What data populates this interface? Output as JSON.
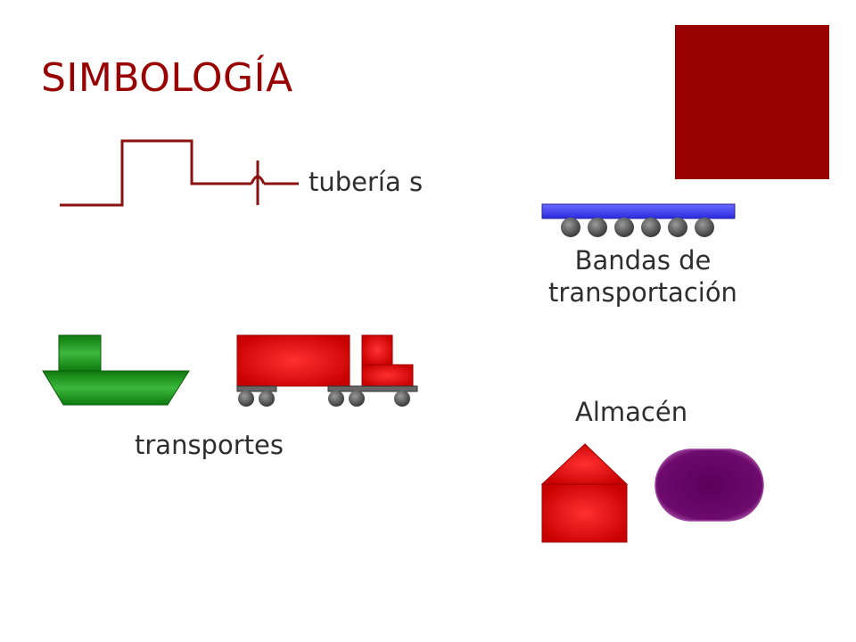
{
  "title": "SIMBOLOGÍA",
  "labels": {
    "tuberias": "tubería s",
    "bandas": "Bandas de transportación",
    "transportes": "transportes",
    "almacen": "Almacén"
  },
  "colors": {
    "accent": "#990000",
    "pipe": "#8b1010",
    "conveyor_belt": "#3a3ae8",
    "roller": "#555555",
    "ship": "#1a8a1a",
    "truck": "#dd1111",
    "house": "#e01010",
    "silo": "#6a0a6a"
  },
  "icons": [
    "pipe-symbol",
    "conveyor-belt-symbol",
    "ship-icon",
    "truck-icon",
    "house-warehouse-icon",
    "silo-warehouse-icon"
  ]
}
